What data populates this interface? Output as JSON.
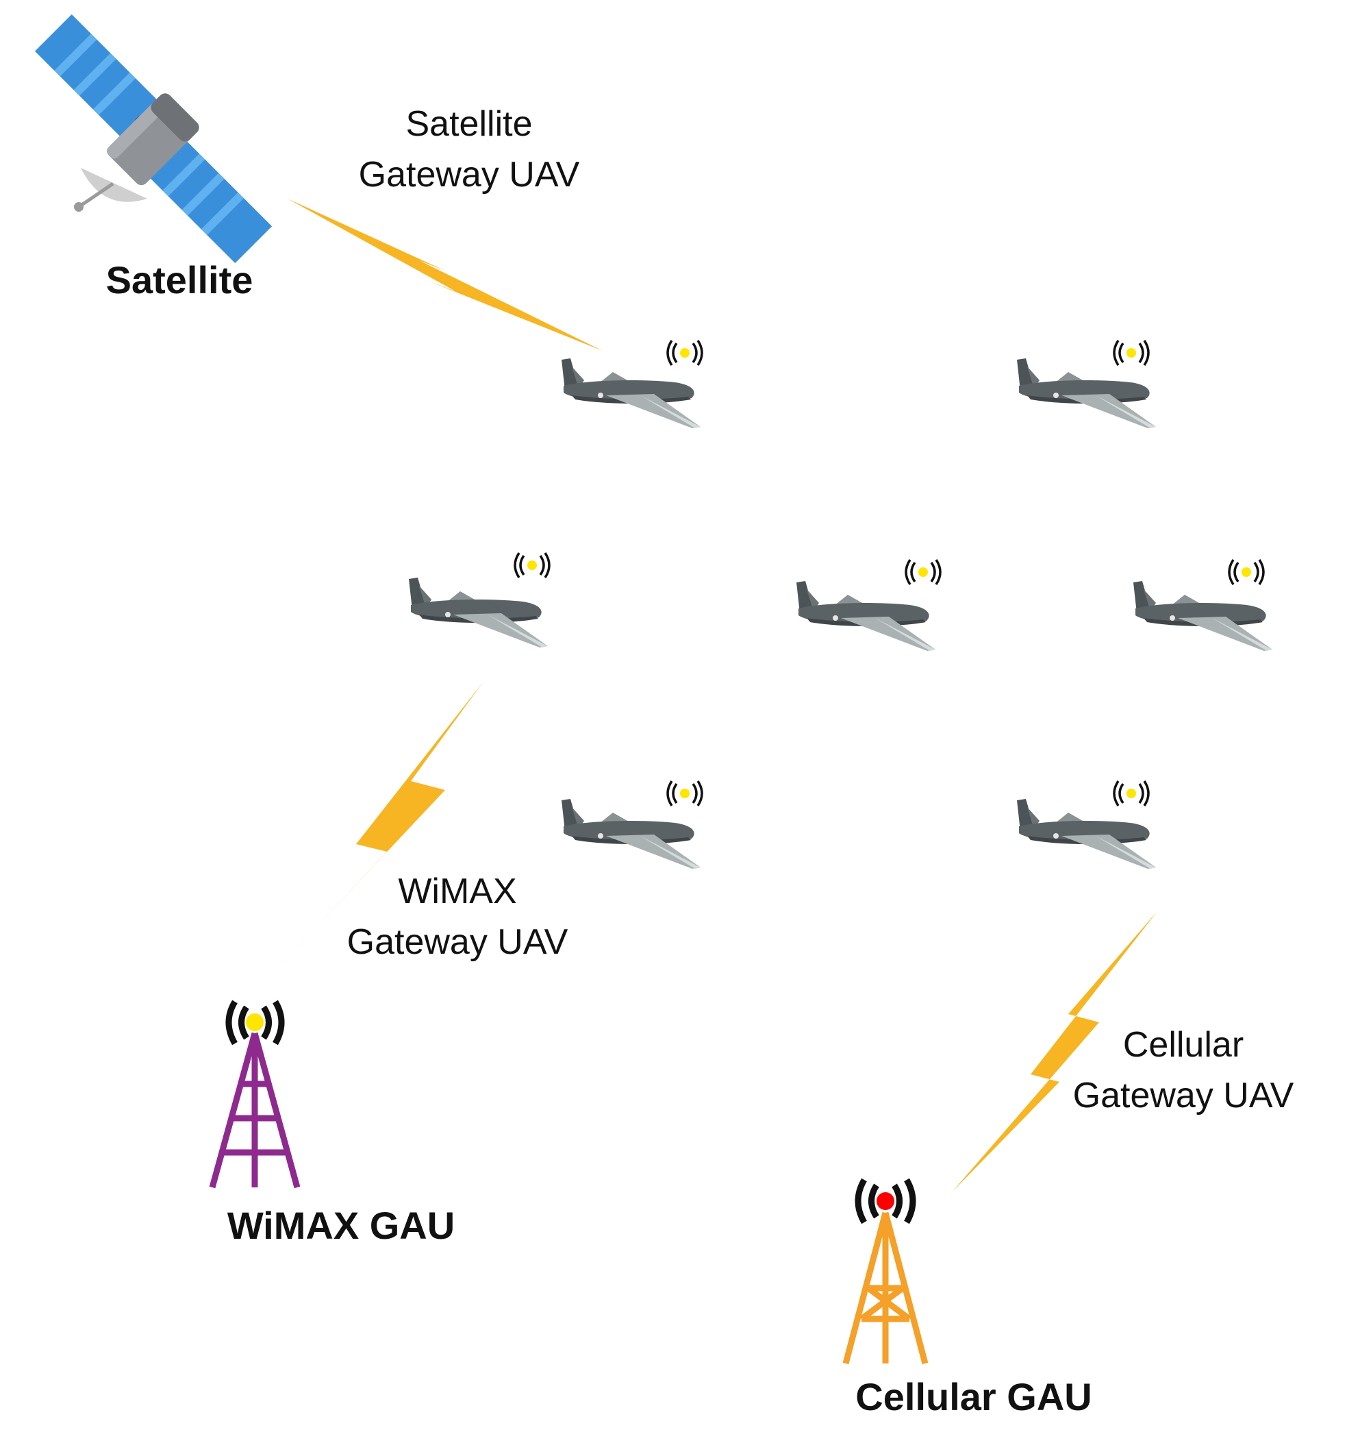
{
  "colors": {
    "link_bolt": "#f7b524",
    "satellite_panel": "#3a8fdb",
    "satellite_panel_stripe": "#5fb1f0",
    "satellite_body": "#8f9296",
    "satellite_dish": "#cfcfcf",
    "uav_body": "#5b6265",
    "uav_wing": "#a9b1b3",
    "signal_dot_uav": "#ffe600",
    "wimax_tower": "#8e2a8e",
    "wimax_signal_dot": "#ffe600",
    "cellular_tower": "#f5a028",
    "cellular_signal_dot": "#ff0000"
  },
  "nodes": {
    "satellite": {
      "label": "Satellite",
      "icon": "satellite-icon"
    },
    "wimax_gau": {
      "label": "WiMAX GAU",
      "icon": "radio-tower-icon"
    },
    "cellular_gau": {
      "label": "Cellular GAU",
      "icon": "radio-tower-icon"
    },
    "uavs": [
      {
        "icon": "uav-drone-icon",
        "role": "satellite-gateway"
      },
      {
        "icon": "uav-drone-icon"
      },
      {
        "icon": "uav-drone-icon",
        "role": "wimax-gateway"
      },
      {
        "icon": "uav-drone-icon"
      },
      {
        "icon": "uav-drone-icon"
      },
      {
        "icon": "uav-drone-icon"
      },
      {
        "icon": "uav-drone-icon",
        "role": "cellular-gateway"
      }
    ]
  },
  "links": {
    "satellite": {
      "line1": "Satellite",
      "line2": "Gateway UAV",
      "icon": "lightning-bolt-icon"
    },
    "wimax": {
      "line1": "WiMAX",
      "line2": "Gateway UAV",
      "icon": "lightning-bolt-icon"
    },
    "cellular": {
      "line1": "Cellular",
      "line2": "Gateway UAV",
      "icon": "lightning-bolt-icon"
    }
  }
}
